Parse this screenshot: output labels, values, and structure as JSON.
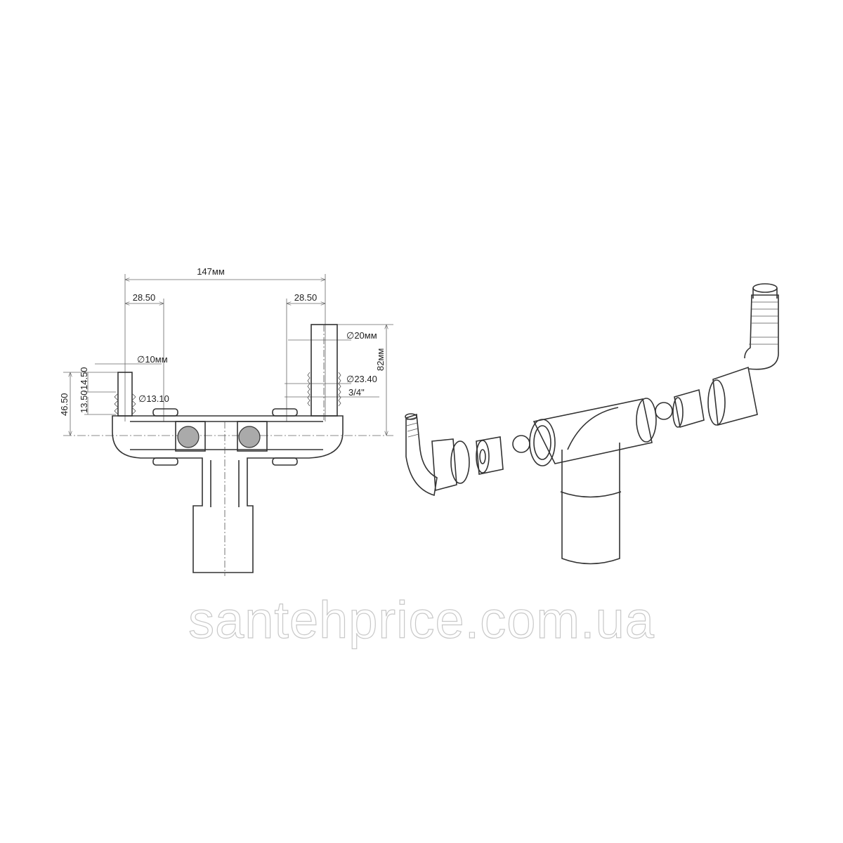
{
  "dimensions": {
    "overall_width": "147мм",
    "left_offset": "28.50",
    "right_offset": "28.50",
    "small_inlet_diameter": "∅10мм",
    "small_inlet_outer_diameter": "∅13.10",
    "small_inlet_len_1": "14.50",
    "small_inlet_len_2": "13.50",
    "small_inlet_height": "46.50",
    "large_inlet_diameter": "∅20мм",
    "large_inlet_outer_diameter": "∅23.40",
    "thread": "3/4\"",
    "large_inlet_height": "82мм"
  },
  "watermark": "santehprice.com.ua"
}
